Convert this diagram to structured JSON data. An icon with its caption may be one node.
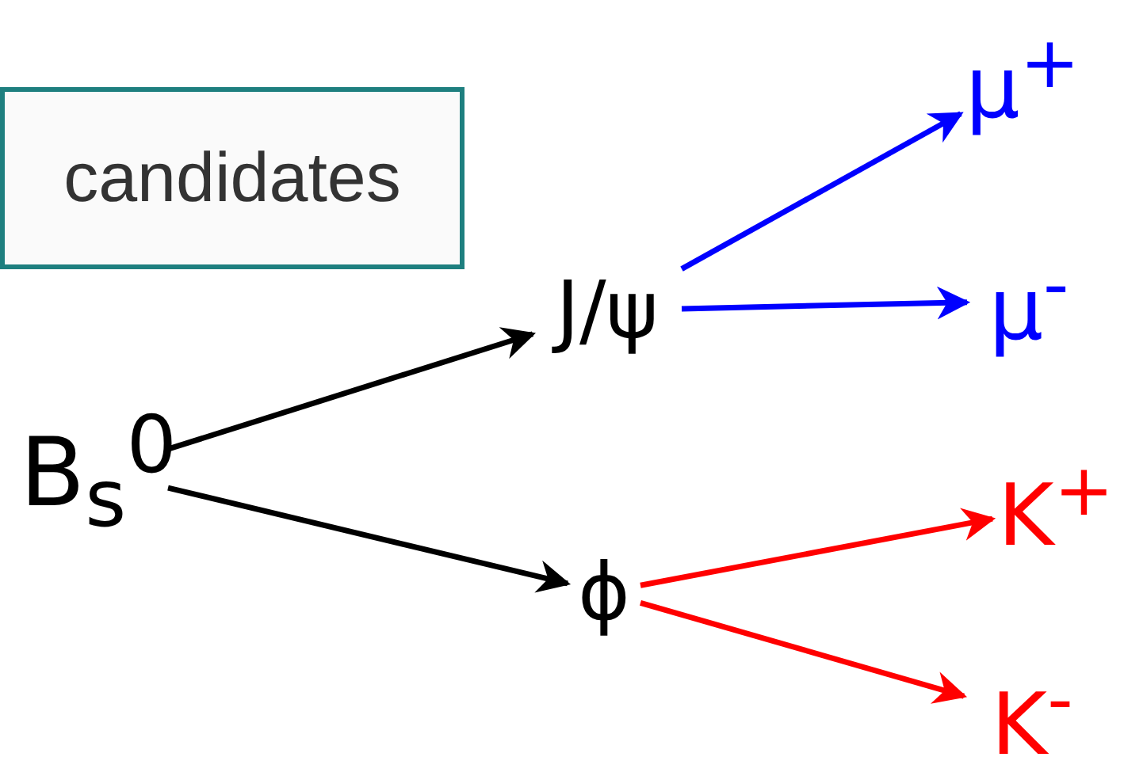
{
  "diagram": {
    "nodes": [
      {
        "text": [
          "candidates"
        ]
      },
      {
        "text": [
          "B$_{s}$$^{0}$"
        ]
      },
      {
        "text": [
          "J/ψ"
        ]
      },
      {
        "text": [
          "ϕ"
        ]
      },
      {
        "text": [
          "μ$^{+}$"
        ]
      },
      {
        "text": [
          "μ$^{-}$"
        ]
      },
      {
        "text": [
          "K$^{+}$"
        ]
      },
      {
        "text": [
          "K$^{-}$"
        ]
      }
    ],
    "edges": [
      {
        "from": 1,
        "to": 2,
        "arrow": "to"
      },
      {
        "from": 1,
        "to": 3,
        "arrow": "to"
      },
      {
        "from": 2,
        "to": 4,
        "arrow": "to",
        "color": "#0000ff"
      },
      {
        "from": 2,
        "to": 5,
        "arrow": "to",
        "color": "#0000ff"
      },
      {
        "from": 3,
        "to": 6,
        "arrow": "to",
        "color": "#ff0000"
      },
      {
        "from": 3,
        "to": 7,
        "arrow": "to",
        "color": "#ff0000"
      }
    ]
  }
}
